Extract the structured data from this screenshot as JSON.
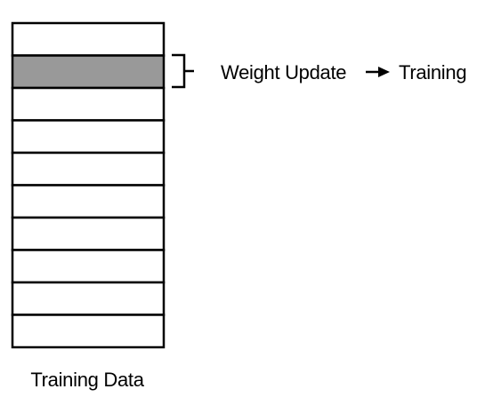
{
  "diagram": {
    "row_count": 10,
    "highlighted_row": 2,
    "caption": "Training Data",
    "annotation": {
      "step1": "Weight Update",
      "step2": "Training"
    },
    "colors": {
      "stroke": "#000000",
      "row_fill": "#ffffff",
      "highlight_fill": "#999999"
    }
  }
}
